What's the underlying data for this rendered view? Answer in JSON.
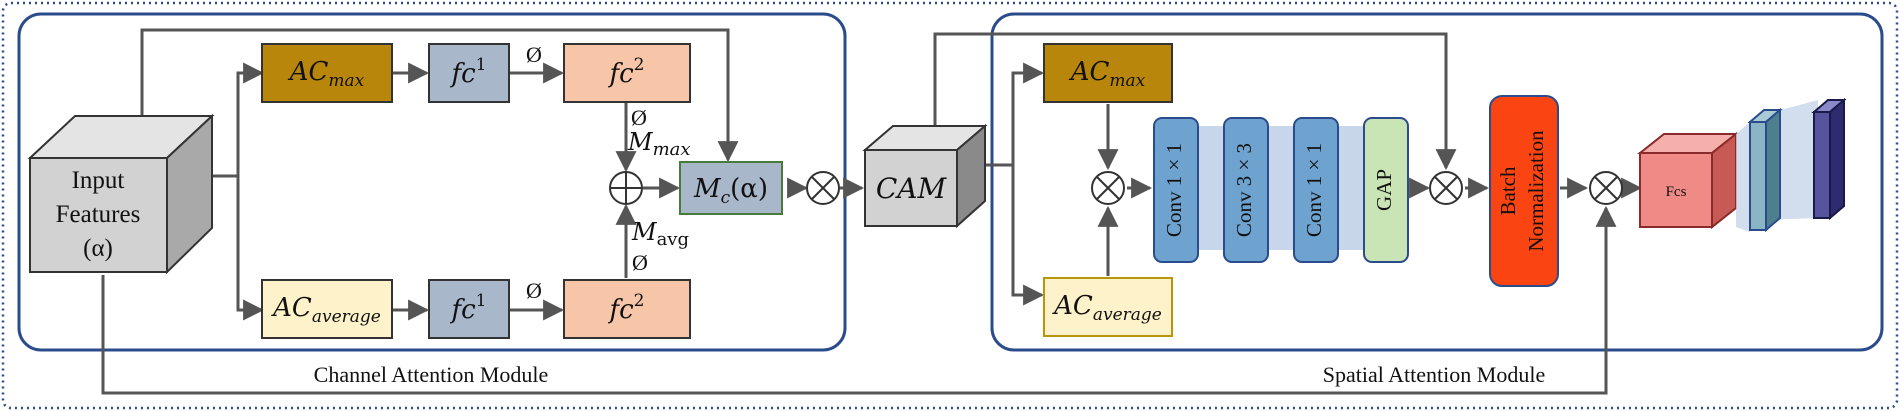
{
  "modules": {
    "channel": {
      "caption": "Channel Attention Module"
    },
    "spatial": {
      "caption": "Spatial Attention Module"
    }
  },
  "input": {
    "line1": "Input",
    "line2": "Features",
    "line3": "(α)"
  },
  "channel_nodes": {
    "acmax": {
      "base": "AC",
      "sub": "max"
    },
    "fc1_top": {
      "base": "fc",
      "sup": "1"
    },
    "fc2_top": {
      "base": "fc",
      "sup": "2"
    },
    "acavg": {
      "base": "AC",
      "sub": "average"
    },
    "fc1_bottom": {
      "base": "fc",
      "sup": "1"
    },
    "fc2_bottom": {
      "base": "fc",
      "sup": "2"
    },
    "mc": {
      "text": "M",
      "sub": "c",
      "arg": "(α)"
    }
  },
  "channel_labels": {
    "phi": "Ø",
    "mmax": {
      "base": "M",
      "sub": "max"
    },
    "mavg": {
      "base": "M",
      "sub": "avg"
    }
  },
  "cam": {
    "label": "CAM"
  },
  "spatial_nodes": {
    "acmax": {
      "base": "AC",
      "sub": "max"
    },
    "acavg": {
      "base": "AC",
      "sub": "average"
    },
    "conv1": "Conv 1 × 1",
    "conv2": "Conv 3 × 3",
    "conv3": "Conv 1 × 1",
    "gap": "GAP",
    "bn_line1": "Batch",
    "bn_line2": "Normalization",
    "fcs": "Fcs"
  },
  "colors": {
    "acmax_fill": "#b8860b",
    "fc1_fill": "#a9b7cb",
    "fc2_fill": "#f7c6a8",
    "acavg_fill": "#fdf2c9",
    "conv_fill": "#6fa3cf",
    "gap_fill": "#c9e5b5",
    "bn_fill": "#fa4411",
    "fcs_fill": "#f08a86",
    "module_border": "#2b4c8c"
  }
}
